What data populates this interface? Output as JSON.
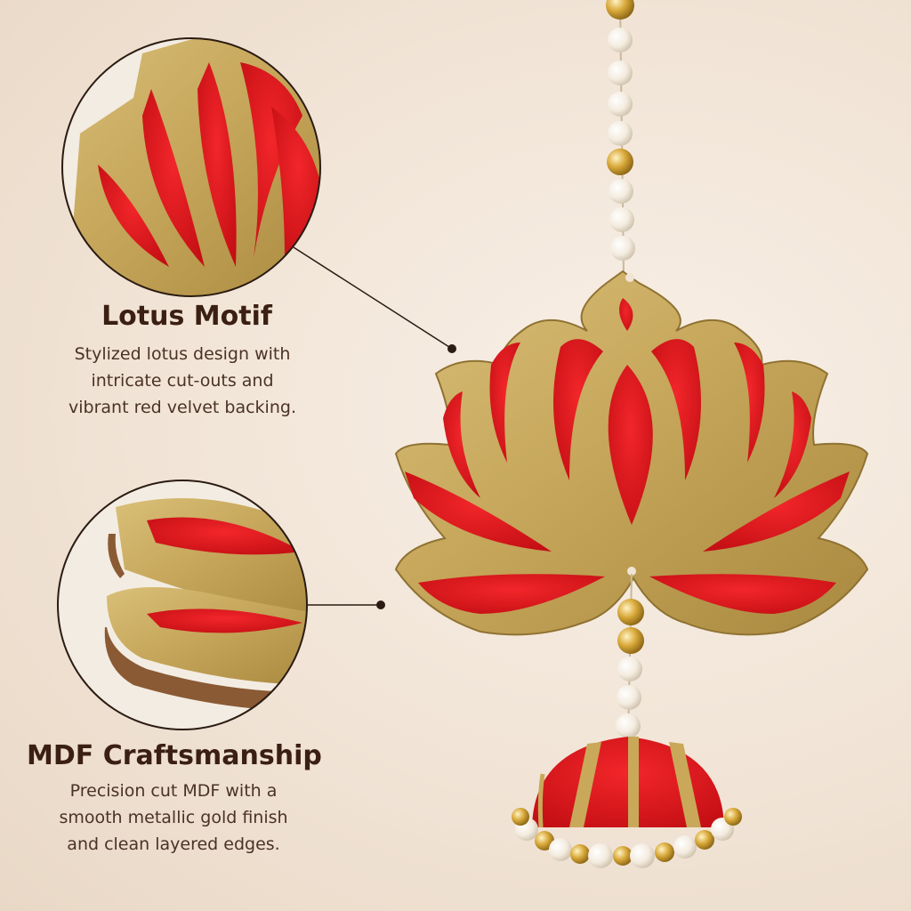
{
  "features": [
    {
      "title": "Lotus Motif",
      "description_lines": [
        "Stylized lotus design with",
        "intricate cut-outs and",
        "vibrant red velvet backing."
      ]
    },
    {
      "title": "MDF Craftsmanship",
      "description_lines": [
        "Precision cut MDF with a",
        "smooth metallic gold finish",
        "and clean layered edges."
      ]
    }
  ],
  "colors": {
    "gold": "#c9a85a",
    "gold_dark": "#8f7232",
    "velvet_red": "#e0171b",
    "pearl": "#f6efe4",
    "text_dark": "#3a1f12"
  },
  "icons": [
    "lotus-icon",
    "pearl-bead-icon",
    "jhumka-bell-icon"
  ]
}
